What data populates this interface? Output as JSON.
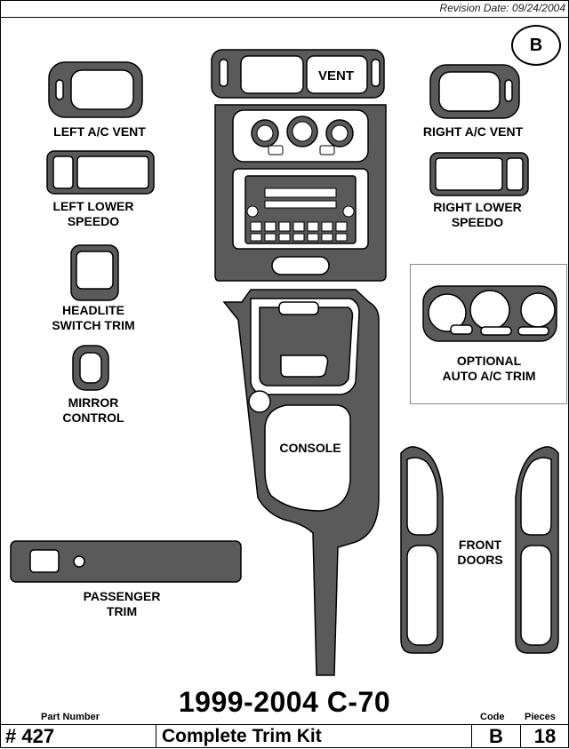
{
  "header": {
    "revision_label": "Revision Date:",
    "revision_date": "09/24/2004"
  },
  "code_badge": "B",
  "parts": {
    "vent": "VENT",
    "left_ac_vent": "LEFT A/C VENT",
    "right_ac_vent": "RIGHT A/C VENT",
    "left_lower_speedo": [
      "LEFT LOWER",
      "SPEEDO"
    ],
    "right_lower_speedo": [
      "RIGHT LOWER",
      "SPEEDO"
    ],
    "headlite_switch_trim": [
      "HEADLITE",
      "SWITCH TRIM"
    ],
    "mirror_control": [
      "MIRROR",
      "CONTROL"
    ],
    "optional_auto_ac_trim": [
      "OPTIONAL",
      "AUTO A/C TRIM"
    ],
    "console": "CONSOLE",
    "front_doors": [
      "FRONT",
      "DOORS"
    ],
    "passenger_trim": [
      "PASSENGER",
      "TRIM"
    ]
  },
  "title": "1999-2004 C-70",
  "footer": {
    "part_number_label": "Part Number",
    "part_number": "# 427",
    "kit_name": "Complete Trim Kit",
    "code_label": "Code",
    "code": "B",
    "pieces_label": "Pieces",
    "pieces": "18"
  },
  "colors": {
    "trim_fill": "#5a5a5a",
    "outline": "#000000",
    "background": "#ffffff"
  }
}
